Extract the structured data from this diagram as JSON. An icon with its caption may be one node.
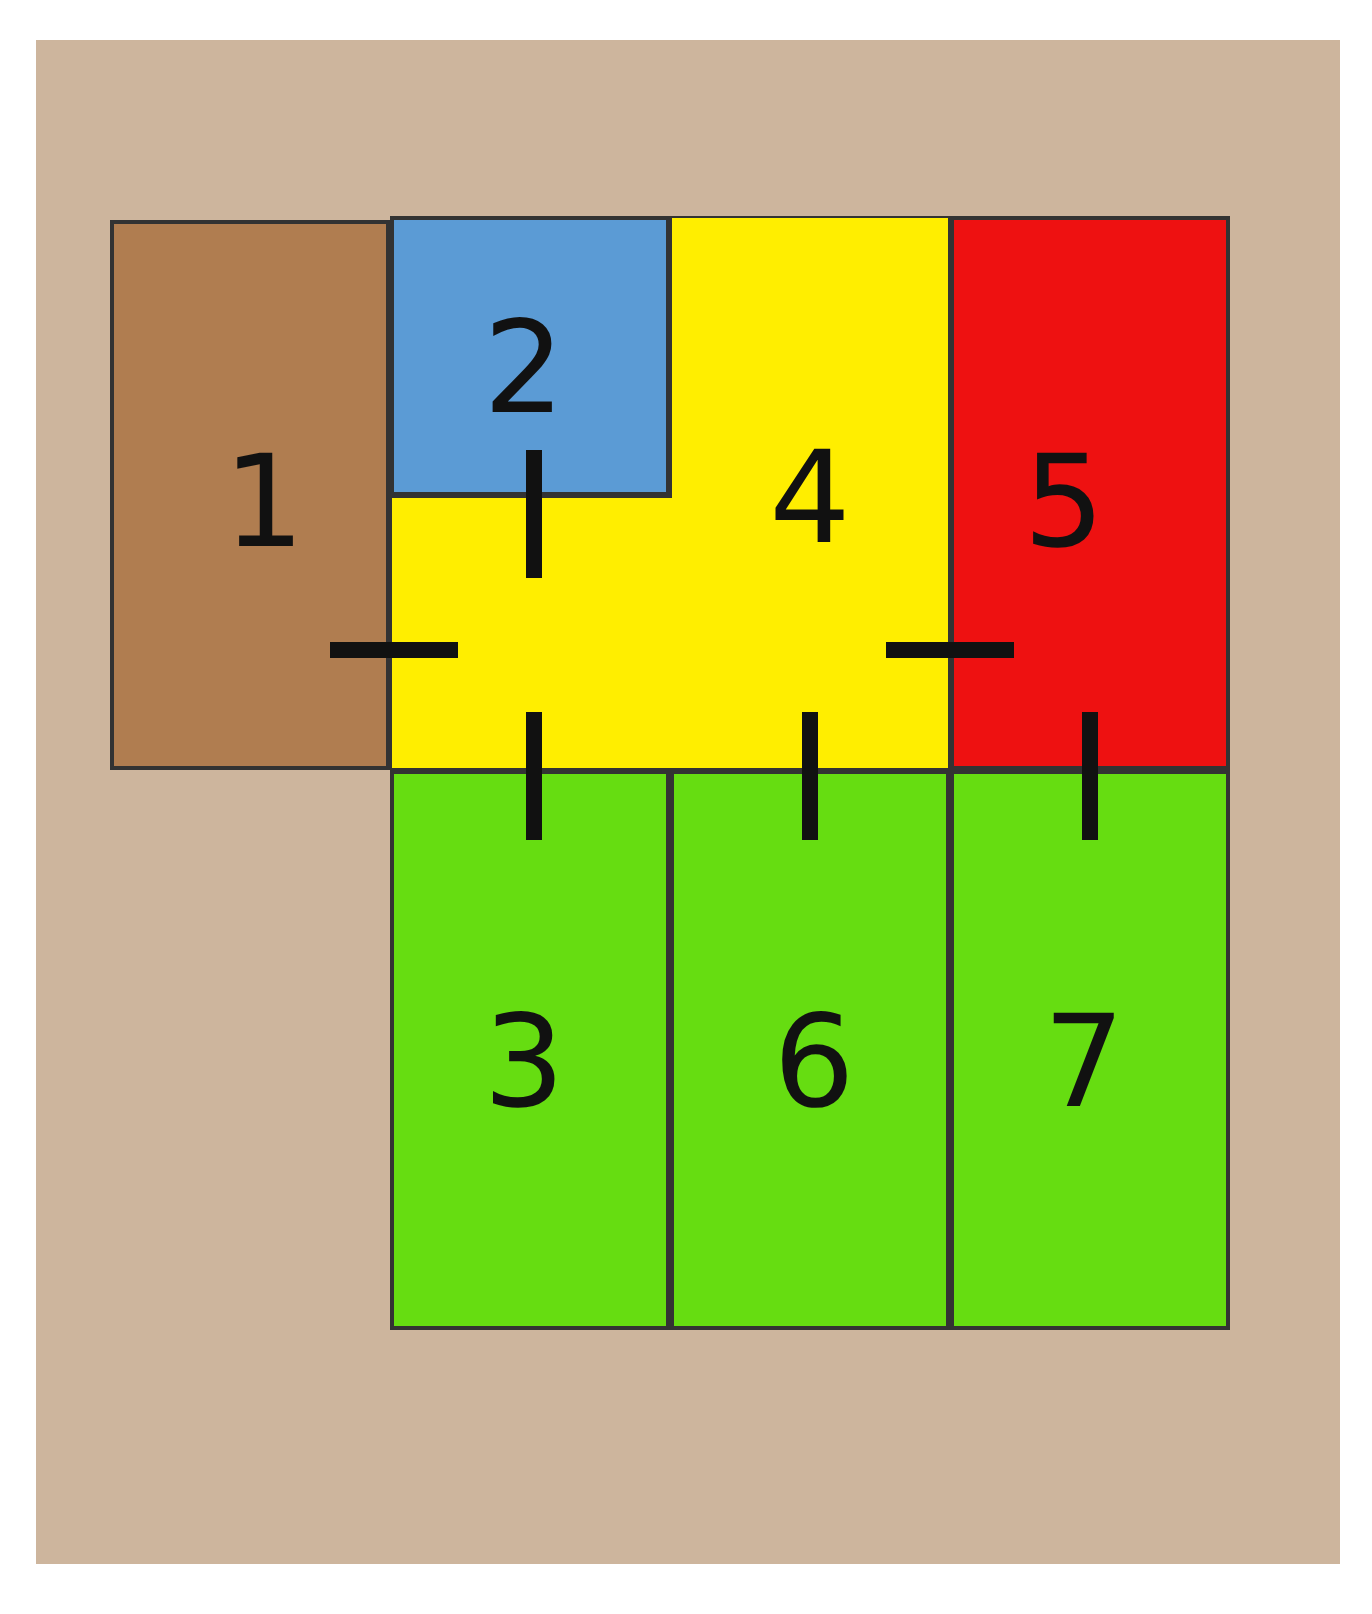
{
  "diagram": {
    "nodes": [
      {
        "text": [
          "1"
        ]
      },
      {
        "text": [
          "2"
        ]
      },
      {
        "text": [
          "4"
        ]
      },
      {
        "text": [
          "5"
        ]
      },
      {
        "text": [
          "3"
        ]
      },
      {
        "text": [
          "6"
        ]
      },
      {
        "text": [
          "7"
        ]
      }
    ],
    "edges": [
      {
        "from": 0,
        "to": 2,
        "arrow": "none"
      },
      {
        "from": 1,
        "to": 2,
        "arrow": "none"
      },
      {
        "from": 2,
        "to": 3,
        "arrow": "none"
      },
      {
        "from": 2,
        "to": 4,
        "arrow": "none"
      },
      {
        "from": 2,
        "to": 5,
        "arrow": "none"
      },
      {
        "from": 3,
        "to": 6,
        "arrow": "none"
      }
    ]
  }
}
